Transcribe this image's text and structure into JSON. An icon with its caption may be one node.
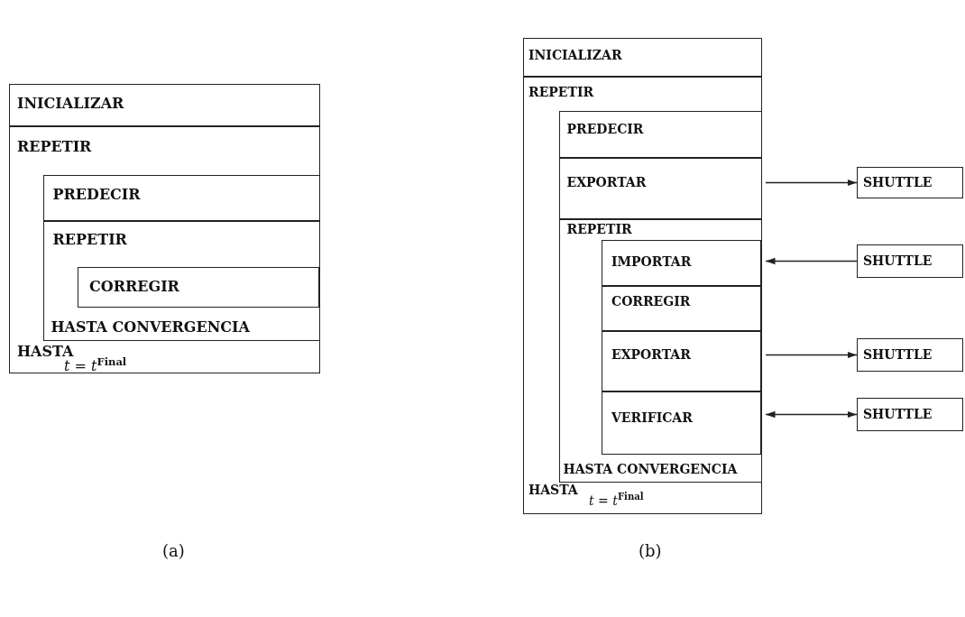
{
  "diagram": {
    "nodes": [
      {
        "text": [
          "INICIALIZAR"
        ]
      },
      {
        "text": [
          "REPETIR",
          "HASTA",
          "*t* = *t*$^{Final}$"
        ]
      },
      {
        "text": [
          "PREDECIR"
        ],
        "in": 1
      },
      {
        "text": [
          "REPETIR",
          "HASTA CONVERGENCIA"
        ],
        "in": 1
      },
      {
        "text": [
          "CORREGIR"
        ],
        "in": 3
      },
      {
        "text": [
          "INICIALIZAR"
        ]
      },
      {
        "text": [
          "REPETIR",
          "HASTA",
          "*t* = *t*$^{Final}$"
        ]
      },
      {
        "text": [
          "PREDECIR"
        ],
        "in": 6
      },
      {
        "text": [
          "EXPORTAR"
        ],
        "in": 6
      },
      {
        "text": [
          "SHUTTLE"
        ]
      },
      {
        "text": [
          "REPETIR",
          "HASTA CONVERGENCIA"
        ],
        "in": 6
      },
      {
        "text": [
          "IMPORTAR"
        ],
        "in": 10
      },
      {
        "text": [
          "SHUTTLE"
        ]
      },
      {
        "text": [
          "CORREGIR"
        ],
        "in": 10
      },
      {
        "text": [
          "EXPORTAR"
        ],
        "in": 10
      },
      {
        "text": [
          "SHUTTLE"
        ]
      },
      {
        "text": [
          "VERIFICAR"
        ],
        "in": 10
      },
      {
        "text": [
          "SHUTTLE"
        ]
      }
    ],
    "edges": [
      {
        "from": 8,
        "to": 9,
        "arrow": "to"
      },
      {
        "from": 12,
        "to": 11,
        "arrow": "to"
      },
      {
        "from": 14,
        "to": 15,
        "arrow": "to"
      },
      {
        "from": 16,
        "to": 17,
        "arrow": "both"
      }
    ],
    "labels": [
      "(a)",
      "(b)"
    ]
  }
}
